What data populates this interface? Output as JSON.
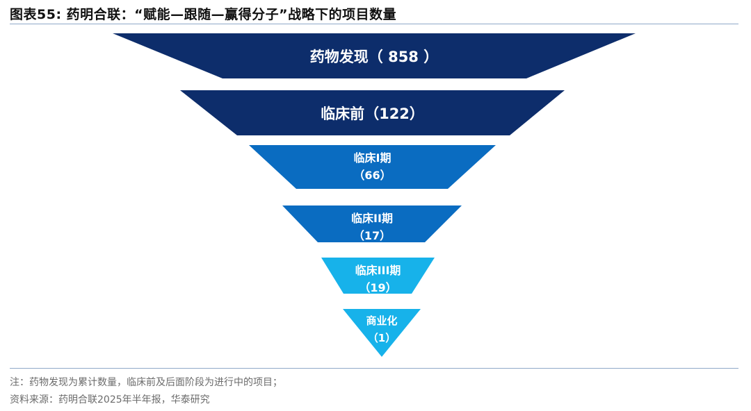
{
  "figure": {
    "title": "图表55:  药明合联：“赋能—跟随—赢得分子”战略下的项目数量"
  },
  "funnel": {
    "stages": [
      {
        "name": "药物发现",
        "line1": "药物发现（ 858 ）",
        "line2": "",
        "count": 858,
        "color": "#0d2d6b"
      },
      {
        "name": "临床前",
        "line1": "临床前（122）",
        "line2": "",
        "count": 122,
        "color": "#0d2d6b"
      },
      {
        "name": "临床I期",
        "line1": "临床I期",
        "line2": "（66）",
        "count": 66,
        "color": "#0a6cc1"
      },
      {
        "name": "临床II期",
        "line1": "临床II期",
        "line2": "（17）",
        "count": 17,
        "color": "#0a6cc1"
      },
      {
        "name": "临床III期",
        "line1": "临床III期",
        "line2": "（19）",
        "count": 19,
        "color": "#17b2ea"
      },
      {
        "name": "商业化",
        "line1": "商业化",
        "line2": "（1）",
        "count": 1,
        "color": "#17b2ea"
      }
    ]
  },
  "footer": {
    "note": "注：药物发现为累计数量，临床前及后面阶段为进行中的项目；",
    "source": "资料来源：药明合联2025年半年报，华泰研究"
  }
}
